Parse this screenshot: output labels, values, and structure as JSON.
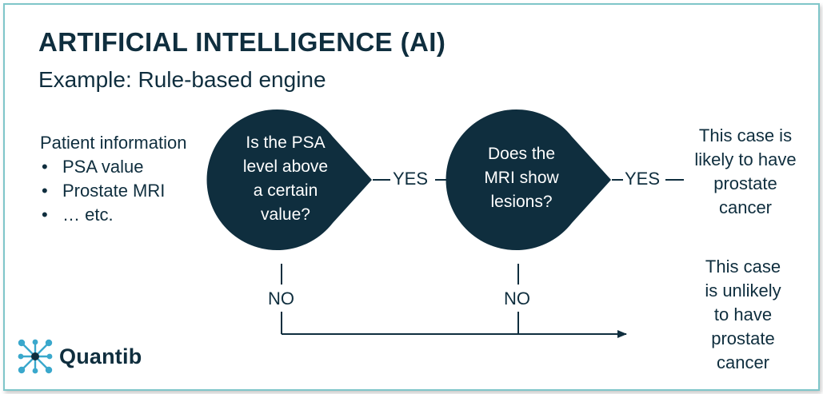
{
  "title": "ARTIFICIAL INTELLIGENCE (AI)",
  "subtitle": "Example: Rule-based engine",
  "patient": {
    "heading": "Patient information",
    "items": [
      "PSA value",
      "Prostate MRI",
      "… etc."
    ]
  },
  "questions": {
    "q1": [
      "Is the PSA",
      "level above",
      "a certain",
      "value?"
    ],
    "q2": [
      "Does the",
      "MRI show",
      "lesions?"
    ]
  },
  "labels": {
    "yes": "YES",
    "no": "NO"
  },
  "outcomes": {
    "likely": [
      "This case is",
      "likely to have",
      "prostate",
      "cancer"
    ],
    "unlikely": [
      "This case",
      "is unlikely",
      "to have",
      "prostate",
      "cancer"
    ]
  },
  "logo": {
    "text": "Quantib"
  },
  "colors": {
    "node": "#0f2e3e",
    "border": "#7fc6c9",
    "logo_accent": "#3aa8cc"
  }
}
